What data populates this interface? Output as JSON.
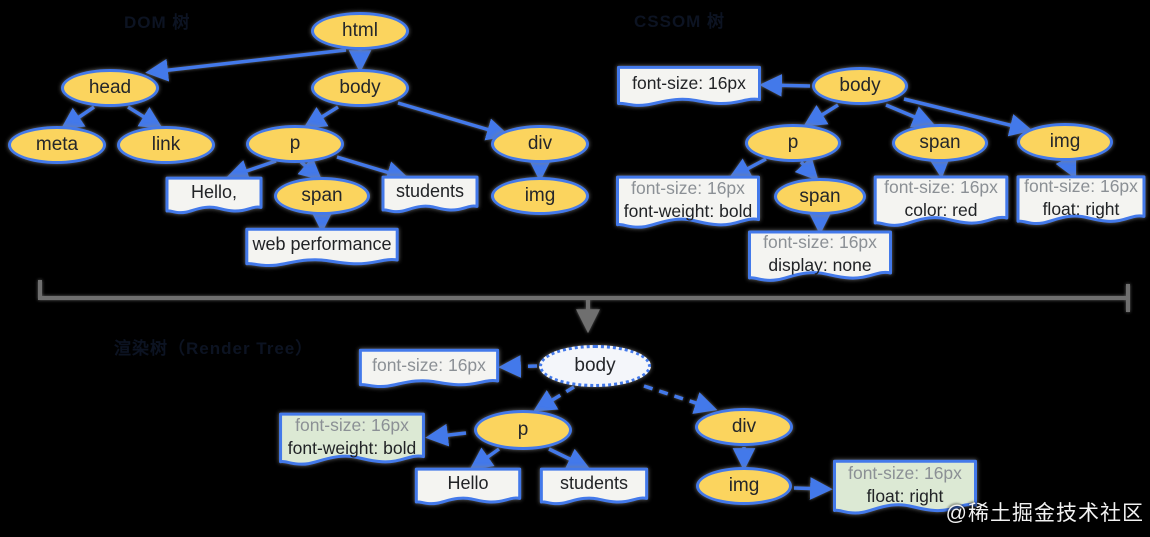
{
  "watermark": "@稀土掘金技术社区",
  "colors": {
    "background": "#000000",
    "node_fill": "#FBD45E",
    "node_border": "#4379EA",
    "edge_blue": "#4379EA",
    "box_fill": "#F4F4F1",
    "green_box_fill": "#DCE9D4",
    "inherited_text": "#8B9095",
    "declared_text": "#212326",
    "separator_gray": "#6F6F6F"
  },
  "diagram": {
    "dom": {
      "label": "DOM 树",
      "nodes": {
        "html": "html",
        "head": "head",
        "body": "body",
        "meta": "meta",
        "link": "link",
        "p": "p",
        "div": "div",
        "span": "span",
        "img": "img"
      },
      "text_nodes": {
        "hello": "Hello,",
        "students": "students",
        "webperf": "web performance"
      }
    },
    "cssom": {
      "label": "CSSOM 树",
      "nodes": {
        "body": "body",
        "p": "p",
        "span": "span",
        "img": "img",
        "span_child": "span"
      },
      "styles": {
        "body": {
          "line1": "font-size: 16px"
        },
        "p": {
          "line1": "font-size: 16px",
          "line2": "font-weight: bold"
        },
        "span": {
          "line1": "font-size: 16px",
          "line2": "color: red"
        },
        "img": {
          "line1": "font-size: 16px",
          "line2": "float: right"
        },
        "span_child": {
          "line1": "font-size: 16px",
          "line2": "display: none"
        }
      }
    },
    "render": {
      "label": "渲染树（Render Tree）",
      "nodes": {
        "body": "body",
        "p": "p",
        "div": "div",
        "img": "img"
      },
      "text_nodes": {
        "hello": "Hello",
        "students": "students"
      },
      "styles": {
        "body": {
          "line1": "font-size: 16px"
        },
        "p": {
          "line1": "font-size: 16px",
          "line2": "font-weight: bold"
        },
        "img": {
          "line1": "font-size: 16px",
          "line2": "float: right"
        }
      }
    }
  }
}
